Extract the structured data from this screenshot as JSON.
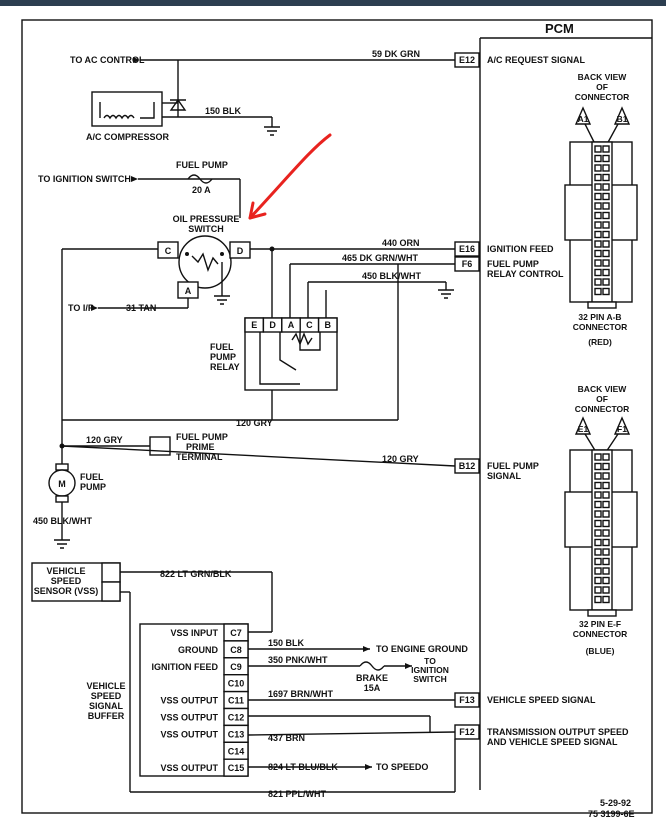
{
  "pcm": {
    "title": "PCM",
    "back_view_1": [
      "BACK VIEW",
      "OF",
      "CONNECTOR"
    ],
    "back_view_2": [
      "BACK VIEW",
      "OF",
      "CONNECTOR"
    ],
    "pin_a1": "A1",
    "pin_b1": "B1",
    "pin_e1": "E1",
    "pin_f1": "F1",
    "conn_ab": [
      "32 PIN A-B",
      "CONNECTOR"
    ],
    "conn_ab_color": "(RED)",
    "conn_ef": [
      "32 PIN E-F",
      "CONNECTOR"
    ],
    "conn_ef_color": "(BLUE)"
  },
  "pins": {
    "E12": {
      "id": "E12",
      "label": "A/C REQUEST SIGNAL",
      "wire": "59 DK GRN"
    },
    "E16": {
      "id": "E16",
      "label": "IGNITION FEED",
      "wire": "440 ORN"
    },
    "F6": {
      "id": "F6",
      "label": [
        "FUEL PUMP",
        "RELAY CONTROL"
      ],
      "wire": "465 DK GRN/WHT"
    },
    "B12": {
      "id": "B12",
      "label": [
        "FUEL PUMP",
        "SIGNAL"
      ],
      "wire": "120 GRY"
    },
    "F13": {
      "id": "F13",
      "label": "VEHICLE SPEED SIGNAL"
    },
    "F12": {
      "id": "F12",
      "label": [
        "TRANSMISSION OUTPUT SPEED",
        "AND VEHICLE SPEED SIGNAL"
      ]
    }
  },
  "left": {
    "to_ac_control": "TO AC CONTROL",
    "ac_compressor": "A/C COMPRESSOR",
    "wire_150blk_top": "150 BLK",
    "to_ignition_switch": "TO IGNITION SWITCH",
    "fuel_pump_fuse": "FUEL PUMP",
    "fuse_20a": "20 A",
    "oil_pressure_switch": [
      "OIL PRESSURE",
      "SWITCH"
    ],
    "ops_c": "C",
    "ops_d": "D",
    "ops_a": "A",
    "wire_450": "450 BLK/WHT",
    "to_ip": "TO I/P",
    "wire_31tan": "31 TAN",
    "relay_label": [
      "FUEL",
      "PUMP",
      "RELAY"
    ],
    "relay_pins": [
      "E",
      "D",
      "A",
      "C",
      "B"
    ],
    "wire_120gry_1": "120 GRY",
    "wire_120gry_2": "120 GRY",
    "prime_terminal": [
      "FUEL PUMP",
      "PRIME",
      "TERMINAL"
    ],
    "motor_m": "M",
    "fuel_pump": [
      "FUEL",
      "PUMP"
    ],
    "wire_450_pump": "450 BLK/WHT"
  },
  "vss": {
    "sensor": [
      "VEHICLE",
      "SPEED",
      "SENSOR (VSS)"
    ],
    "wire_822": "822 LT GRN/BLK",
    "buffer": [
      "VEHICLE",
      "SPEED",
      "SIGNAL",
      "BUFFER"
    ],
    "rows": [
      {
        "label": "VSS INPUT",
        "pin": "C7"
      },
      {
        "label": "GROUND",
        "pin": "C8"
      },
      {
        "label": "IGNITION FEED",
        "pin": "C9"
      },
      {
        "label": "",
        "pin": "C10"
      },
      {
        "label": "VSS OUTPUT",
        "pin": "C11"
      },
      {
        "label": "VSS OUTPUT",
        "pin": "C12"
      },
      {
        "label": "VSS OUTPUT",
        "pin": "C13"
      },
      {
        "label": "",
        "pin": "C14"
      },
      {
        "label": "VSS OUTPUT",
        "pin": "C15"
      }
    ],
    "wire_150blk": "150 BLK",
    "to_engine_ground": "TO ENGINE GROUND",
    "wire_350": "350 PNK/WHT",
    "brake": "BRAKE",
    "fuse_15a": "15A",
    "to_ign_sw": [
      "TO",
      "IGNITION",
      "SWITCH"
    ],
    "wire_1697": "1697 BRN/WHT",
    "wire_437": "437 BRN",
    "wire_824": "824 LT BLU/BLK",
    "to_speedo": "TO SPEEDO",
    "wire_821": "821 PPL/WHT"
  },
  "footer": {
    "date": "5-29-92",
    "code": "75 3199-6E"
  }
}
